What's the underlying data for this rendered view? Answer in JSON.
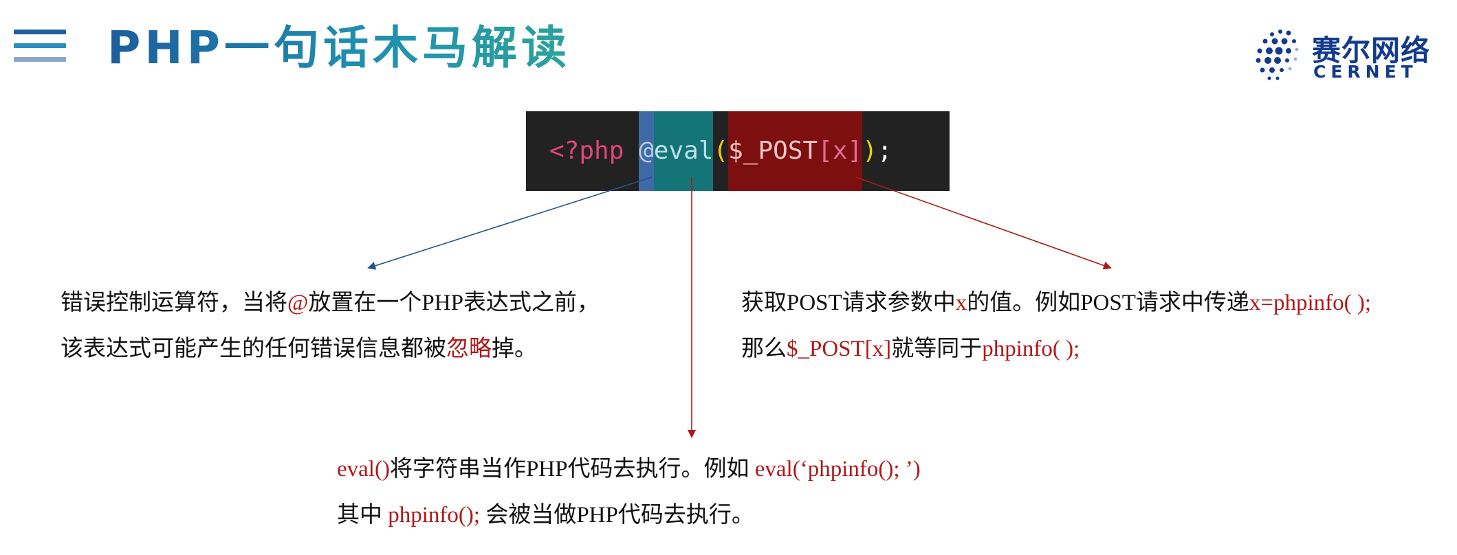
{
  "header": {
    "title": "PHP一句话木马解读",
    "menu_icon": "hamburger-icon",
    "logo": {
      "cn": "赛尔网络",
      "en": "CERNET",
      "brand_color": "#123b8c"
    }
  },
  "code": {
    "open": "<?",
    "php": "php",
    "space": " ",
    "at": "@",
    "eval": "eval",
    "paren_open": "(",
    "var": "$_POST",
    "key": "[x]",
    "paren_close": ")",
    "end": ";"
  },
  "colors": {
    "arrow_at": "#2a4f8f",
    "arrow_eval": "#b01818",
    "arrow_post": "#a81c1c",
    "highlight_red": "#b01818"
  },
  "notes": {
    "at": {
      "line1_a": "错误控制运算符，当将",
      "line1_at": "@",
      "line1_b": "放置在一个PHP表达式之前，",
      "line2_a": "该表达式可能产生的任何错误信息都被",
      "line2_red": "忽略",
      "line2_b": "掉。"
    },
    "post": {
      "line1_a": "获取POST请求参数中",
      "line1_x": "x",
      "line1_b": "的值。例如POST请求中传递",
      "line1_red": "x=phpinfo( );",
      "line2_a": "那么",
      "line2_var": "$_POST[x]",
      "line2_b": "就等同于",
      "line2_red": "phpinfo( );"
    },
    "eval": {
      "line1_red": "eval()",
      "line1_a": "将字符串当作PHP代码去执行。例如 ",
      "line1_red2": "eval(‘phpinfo(); ’)",
      "line2_a": "其中 ",
      "line2_red": "phpinfo();",
      "line2_b": " 会被当做PHP代码去执行。"
    }
  }
}
